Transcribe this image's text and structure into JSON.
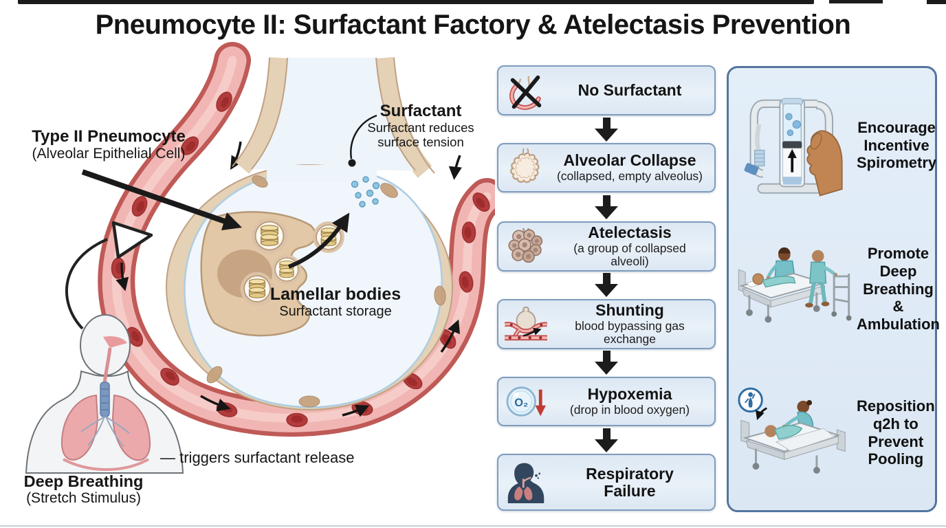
{
  "title": "Pneumocyte II: Surfactant Factory & Atelectasis Prevention",
  "anatomy": {
    "type2_label_title": "Type II Pneumocyte",
    "type2_label_sub": "(Alveolar Epithelial Cell)",
    "surfactant_label_title": "Surfactant",
    "surfactant_label_sub": "Surfactant reduces\nsurface tension",
    "lamellar_label_title": "Lamellar bodies",
    "lamellar_label_sub": "Surfactant storage",
    "deep_breathing_title": "Deep Breathing",
    "deep_breathing_sub": "(Stretch Stimulus)",
    "trigger_note": "— triggers surfactant release"
  },
  "cascade": {
    "steps": [
      {
        "title": "No Surfactant",
        "subtitle": "",
        "icon": "no-surfactant-icon"
      },
      {
        "title": "Alveolar Collapse",
        "subtitle": "(collapsed, empty alveolus)",
        "icon": "collapsed-alveolus-icon"
      },
      {
        "title": "Atelectasis",
        "subtitle": "(a group of collapsed alveoli)",
        "icon": "collapsed-alveoli-cluster-icon"
      },
      {
        "title": "Shunting",
        "subtitle": "blood bypassing gas exchange",
        "icon": "shunting-vessel-icon"
      },
      {
        "title": "Hypoxemia",
        "subtitle": "(drop in blood oxygen)",
        "icon": "oxygen-drop-icon",
        "o2_label": "O₂"
      },
      {
        "title": "Respiratory\nFailure",
        "subtitle": "",
        "icon": "respiratory-failure-icon"
      }
    ]
  },
  "interventions": [
    {
      "label": "Encourage\nIncentive\nSpirometry",
      "icon": "incentive-spirometer-icon"
    },
    {
      "label": "Promote\nDeep\nBreathing &\nAmbulation",
      "icon": "deep-breathing-ambulation-icon"
    },
    {
      "label": "Reposition\nq2h to\nPrevent\nPooling",
      "icon": "reposition-q2h-icon"
    }
  ],
  "colors": {
    "box_fill": "#e0eaf5",
    "box_border": "#7f9cbd",
    "panel_fill": "#e0ebf7",
    "panel_border": "#54759c",
    "arrow_black": "#1c1c1c",
    "capillary_outer": "#bf5a57",
    "capillary_inner": "#f1b6b3",
    "rbc": "#b23b3b",
    "alveolus_wall": "#e4d1b6",
    "alveolus_interior": "#f0f6fb",
    "surfactant_dot": "#90c6e2",
    "hypoxemia_arrow": "#c13a32",
    "scrubs_teal": "#7fc9c6"
  }
}
